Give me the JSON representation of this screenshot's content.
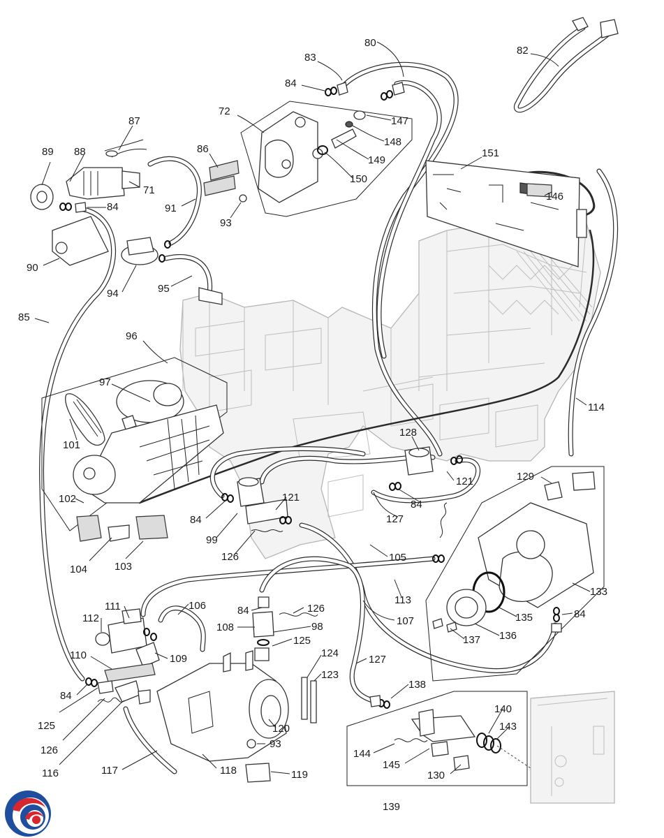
{
  "labels": {
    "l80": "80",
    "l82": "82",
    "l83": "83",
    "l84a": "84",
    "l72": "72",
    "l147": "147",
    "l148": "148",
    "l149": "149",
    "l150": "150",
    "l151": "151",
    "l146": "146",
    "l87": "87",
    "l88": "88",
    "l89": "89",
    "l86": "86",
    "l71": "71",
    "l84b": "84",
    "l91": "91",
    "l93a": "93",
    "l90": "90",
    "l94": "94",
    "l95": "95",
    "l85": "85",
    "l96": "96",
    "l97": "97",
    "l101": "101",
    "l102": "102",
    "l104": "104",
    "l103": "103",
    "l114": "114",
    "l128": "128",
    "l121a": "121",
    "l84c": "84",
    "l127a": "127",
    "l129": "129",
    "l84d": "84",
    "l99": "99",
    "l121b": "121",
    "l126a": "126",
    "l105": "105",
    "l113": "113",
    "l133": "133",
    "l135": "135",
    "l84e": "84",
    "l136": "136",
    "l137": "137",
    "l111": "111",
    "l106": "106",
    "l84f": "84",
    "l126b": "126",
    "l112": "112",
    "l108": "108",
    "l98": "98",
    "l107": "107",
    "l125a": "125",
    "l109": "109",
    "l110": "110",
    "l124": "124",
    "l127b": "127",
    "l123": "123",
    "l84g": "84",
    "l138": "138",
    "l125b": "125",
    "l140": "140",
    "l143": "143",
    "l120": "120",
    "l126c": "126",
    "l93b": "93",
    "l144": "144",
    "l116": "116",
    "l117": "117",
    "l118": "118",
    "l119": "119",
    "l145": "145",
    "l130": "130",
    "l139": "139"
  },
  "colors": {
    "logo_blue": "#1f4e9e",
    "logo_red": "#d7262d",
    "line": "#222222",
    "frame": "#b5b5b5"
  },
  "icons": [
    "logo-icon"
  ]
}
